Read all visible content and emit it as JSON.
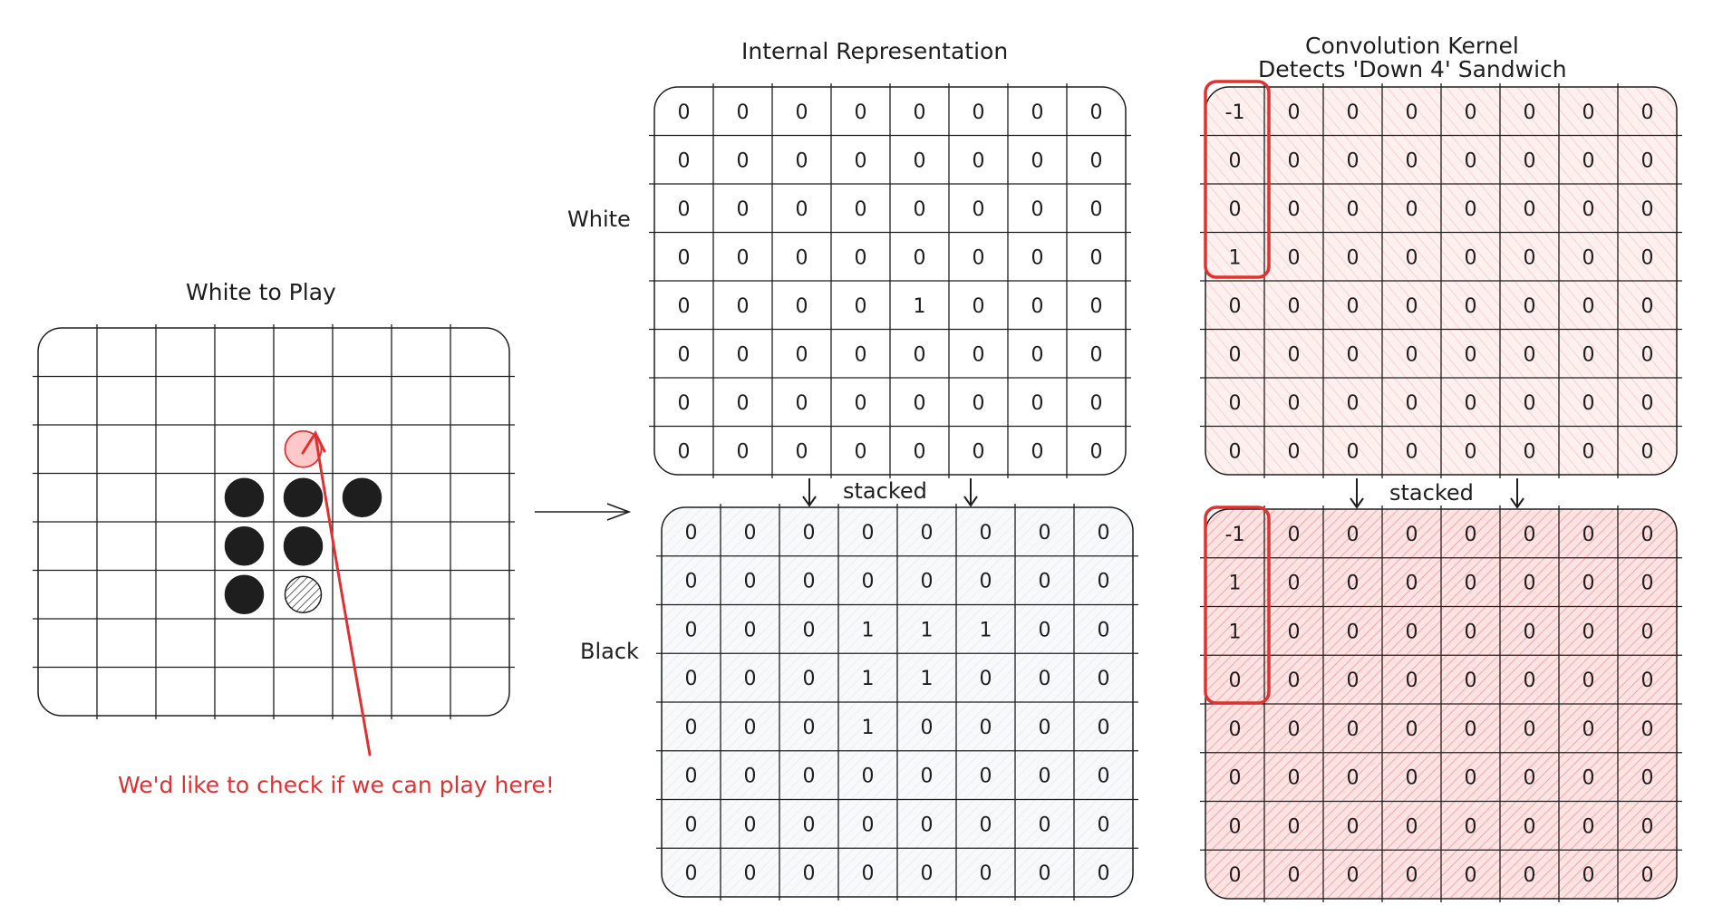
{
  "board": {
    "title": "White to Play",
    "black_stones": [
      [
        3,
        3
      ],
      [
        3,
        4
      ],
      [
        3,
        5
      ],
      [
        4,
        3
      ],
      [
        4,
        4
      ],
      [
        5,
        3
      ]
    ],
    "candidate_move": [
      2,
      4
    ],
    "hatched_stone": [
      5,
      4
    ]
  },
  "arrow_caption": "We'd like to check if we can play here!",
  "representation": {
    "title": "Internal Representation",
    "white_label": "White",
    "black_label": "Black",
    "stacked_label": "stacked",
    "white": [
      [
        "0",
        "0",
        "0",
        "0",
        "0",
        "0",
        "0",
        "0"
      ],
      [
        "0",
        "0",
        "0",
        "0",
        "0",
        "0",
        "0",
        "0"
      ],
      [
        "0",
        "0",
        "0",
        "0",
        "0",
        "0",
        "0",
        "0"
      ],
      [
        "0",
        "0",
        "0",
        "0",
        "0",
        "0",
        "0",
        "0"
      ],
      [
        "0",
        "0",
        "0",
        "0",
        "1",
        "0",
        "0",
        "0"
      ],
      [
        "0",
        "0",
        "0",
        "0",
        "0",
        "0",
        "0",
        "0"
      ],
      [
        "0",
        "0",
        "0",
        "0",
        "0",
        "0",
        "0",
        "0"
      ],
      [
        "0",
        "0",
        "0",
        "0",
        "0",
        "0",
        "0",
        "0"
      ]
    ],
    "black": [
      [
        "0",
        "0",
        "0",
        "0",
        "0",
        "0",
        "0",
        "0"
      ],
      [
        "0",
        "0",
        "0",
        "0",
        "0",
        "0",
        "0",
        "0"
      ],
      [
        "0",
        "0",
        "0",
        "1",
        "1",
        "1",
        "0",
        "0"
      ],
      [
        "0",
        "0",
        "0",
        "1",
        "1",
        "0",
        "0",
        "0"
      ],
      [
        "0",
        "0",
        "0",
        "1",
        "0",
        "0",
        "0",
        "0"
      ],
      [
        "0",
        "0",
        "0",
        "0",
        "0",
        "0",
        "0",
        "0"
      ],
      [
        "0",
        "0",
        "0",
        "0",
        "0",
        "0",
        "0",
        "0"
      ],
      [
        "0",
        "0",
        "0",
        "0",
        "0",
        "0",
        "0",
        "0"
      ]
    ]
  },
  "kernel": {
    "title_line1": "Convolution Kernel",
    "title_line2": "Detects 'Down 4' Sandwich",
    "stacked_label": "stacked",
    "top": [
      [
        "-1",
        "0",
        "0",
        "0",
        "0",
        "0",
        "0",
        "0"
      ],
      [
        "0",
        "0",
        "0",
        "0",
        "0",
        "0",
        "0",
        "0"
      ],
      [
        "0",
        "0",
        "0",
        "0",
        "0",
        "0",
        "0",
        "0"
      ],
      [
        "1",
        "0",
        "0",
        "0",
        "0",
        "0",
        "0",
        "0"
      ],
      [
        "0",
        "0",
        "0",
        "0",
        "0",
        "0",
        "0",
        "0"
      ],
      [
        "0",
        "0",
        "0",
        "0",
        "0",
        "0",
        "0",
        "0"
      ],
      [
        "0",
        "0",
        "0",
        "0",
        "0",
        "0",
        "0",
        "0"
      ],
      [
        "0",
        "0",
        "0",
        "0",
        "0",
        "0",
        "0",
        "0"
      ]
    ],
    "bottom": [
      [
        "-1",
        "0",
        "0",
        "0",
        "0",
        "0",
        "0",
        "0"
      ],
      [
        "1",
        "0",
        "0",
        "0",
        "0",
        "0",
        "0",
        "0"
      ],
      [
        "1",
        "0",
        "0",
        "0",
        "0",
        "0",
        "0",
        "0"
      ],
      [
        "0",
        "0",
        "0",
        "0",
        "0",
        "0",
        "0",
        "0"
      ],
      [
        "0",
        "0",
        "0",
        "0",
        "0",
        "0",
        "0",
        "0"
      ],
      [
        "0",
        "0",
        "0",
        "0",
        "0",
        "0",
        "0",
        "0"
      ],
      [
        "0",
        "0",
        "0",
        "0",
        "0",
        "0",
        "0",
        "0"
      ],
      [
        "0",
        "0",
        "0",
        "0",
        "0",
        "0",
        "0",
        "0"
      ]
    ]
  },
  "colors": {
    "ink": "#1e1e1e",
    "accent_red": "#e03131",
    "light_red_fill": "#ffe3e3",
    "hatch_red": "#f4a7a7",
    "grid_fill": "#f1f3f5",
    "stone_black": "#1e1e1e",
    "candidate_fill": "#ffc9c9"
  }
}
